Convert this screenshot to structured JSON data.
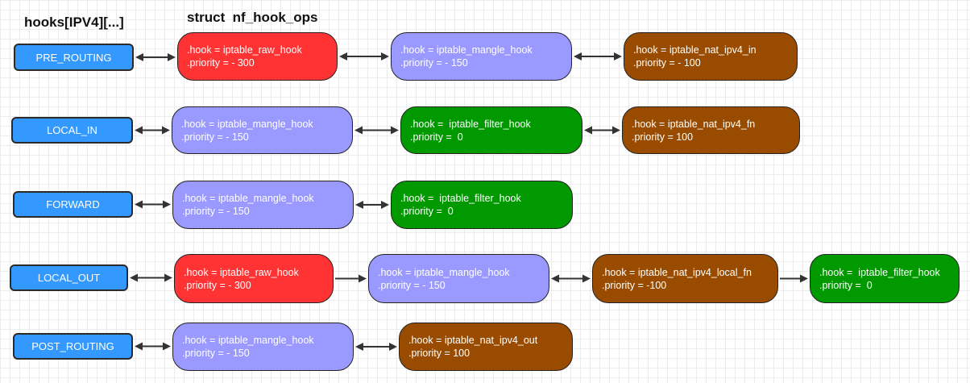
{
  "titles": {
    "hooks": "hooks[IPV4][...]",
    "ops": "struct  nf_hook_ops"
  },
  "colors": {
    "hook_bg": "#3399ff",
    "raw": "#ff3333",
    "mangle": "#9999ff",
    "filter": "#009900",
    "nat": "#994c00",
    "edge": "#333333"
  },
  "rows": [
    {
      "hook": "PRE_ROUTING",
      "ops": [
        {
          "type": "raw",
          "hook": ".hook = iptable_raw_hook",
          "priority": ".priority = - 300"
        },
        {
          "type": "mangle",
          "hook": ".hook = iptable_mangle_hook",
          "priority": ".priority = - 150"
        },
        {
          "type": "nat",
          "hook": ".hook = iptable_nat_ipv4_in",
          "priority": ".priority = - 100"
        }
      ]
    },
    {
      "hook": "LOCAL_IN",
      "ops": [
        {
          "type": "mangle",
          "hook": ".hook = iptable_mangle_hook",
          "priority": ".priority = - 150"
        },
        {
          "type": "filter",
          "hook": ".hook =  iptable_filter_hook",
          "priority": ".priority =  0"
        },
        {
          "type": "nat",
          "hook": ".hook = iptable_nat_ipv4_fn",
          "priority": ".priority = 100"
        }
      ]
    },
    {
      "hook": "FORWARD",
      "ops": [
        {
          "type": "mangle",
          "hook": ".hook = iptable_mangle_hook",
          "priority": ".priority = - 150"
        },
        {
          "type": "filter",
          "hook": ".hook =  iptable_filter_hook",
          "priority": ".priority =  0"
        }
      ]
    },
    {
      "hook": "LOCAL_OUT",
      "ops": [
        {
          "type": "raw",
          "hook": ".hook = iptable_raw_hook",
          "priority": ".priority = - 300"
        },
        {
          "type": "mangle",
          "hook": ".hook = iptable_mangle_hook",
          "priority": ".priority = - 150"
        },
        {
          "type": "nat",
          "hook": ".hook = iptable_nat_ipv4_local_fn",
          "priority": ".priority = -100"
        },
        {
          "type": "filter",
          "hook": ".hook =  iptable_filter_hook",
          "priority": ".priority =  0"
        }
      ]
    },
    {
      "hook": "POST_ROUTING",
      "ops": [
        {
          "type": "mangle",
          "hook": ".hook = iptable_mangle_hook",
          "priority": ".priority = - 150"
        },
        {
          "type": "nat",
          "hook": ".hook = iptable_nat_ipv4_out",
          "priority": ".priority = 100"
        }
      ]
    }
  ],
  "edges": [
    {
      "row": 0,
      "from": "hook",
      "to": 0,
      "dir": "both"
    },
    {
      "row": 0,
      "from": 0,
      "to": 1,
      "dir": "both"
    },
    {
      "row": 0,
      "from": 1,
      "to": 2,
      "dir": "both"
    },
    {
      "row": 1,
      "from": "hook",
      "to": 0,
      "dir": "both"
    },
    {
      "row": 1,
      "from": 0,
      "to": 1,
      "dir": "both"
    },
    {
      "row": 1,
      "from": 1,
      "to": 2,
      "dir": "both"
    },
    {
      "row": 2,
      "from": "hook",
      "to": 0,
      "dir": "both"
    },
    {
      "row": 2,
      "from": 0,
      "to": 1,
      "dir": "both"
    },
    {
      "row": 3,
      "from": "hook",
      "to": 0,
      "dir": "both"
    },
    {
      "row": 3,
      "from": 0,
      "to": 1,
      "dir": "forward"
    },
    {
      "row": 3,
      "from": 1,
      "to": 2,
      "dir": "both"
    },
    {
      "row": 3,
      "from": 2,
      "to": 3,
      "dir": "forward"
    },
    {
      "row": 4,
      "from": "hook",
      "to": 0,
      "dir": "both"
    },
    {
      "row": 4,
      "from": 0,
      "to": 1,
      "dir": "both"
    }
  ]
}
